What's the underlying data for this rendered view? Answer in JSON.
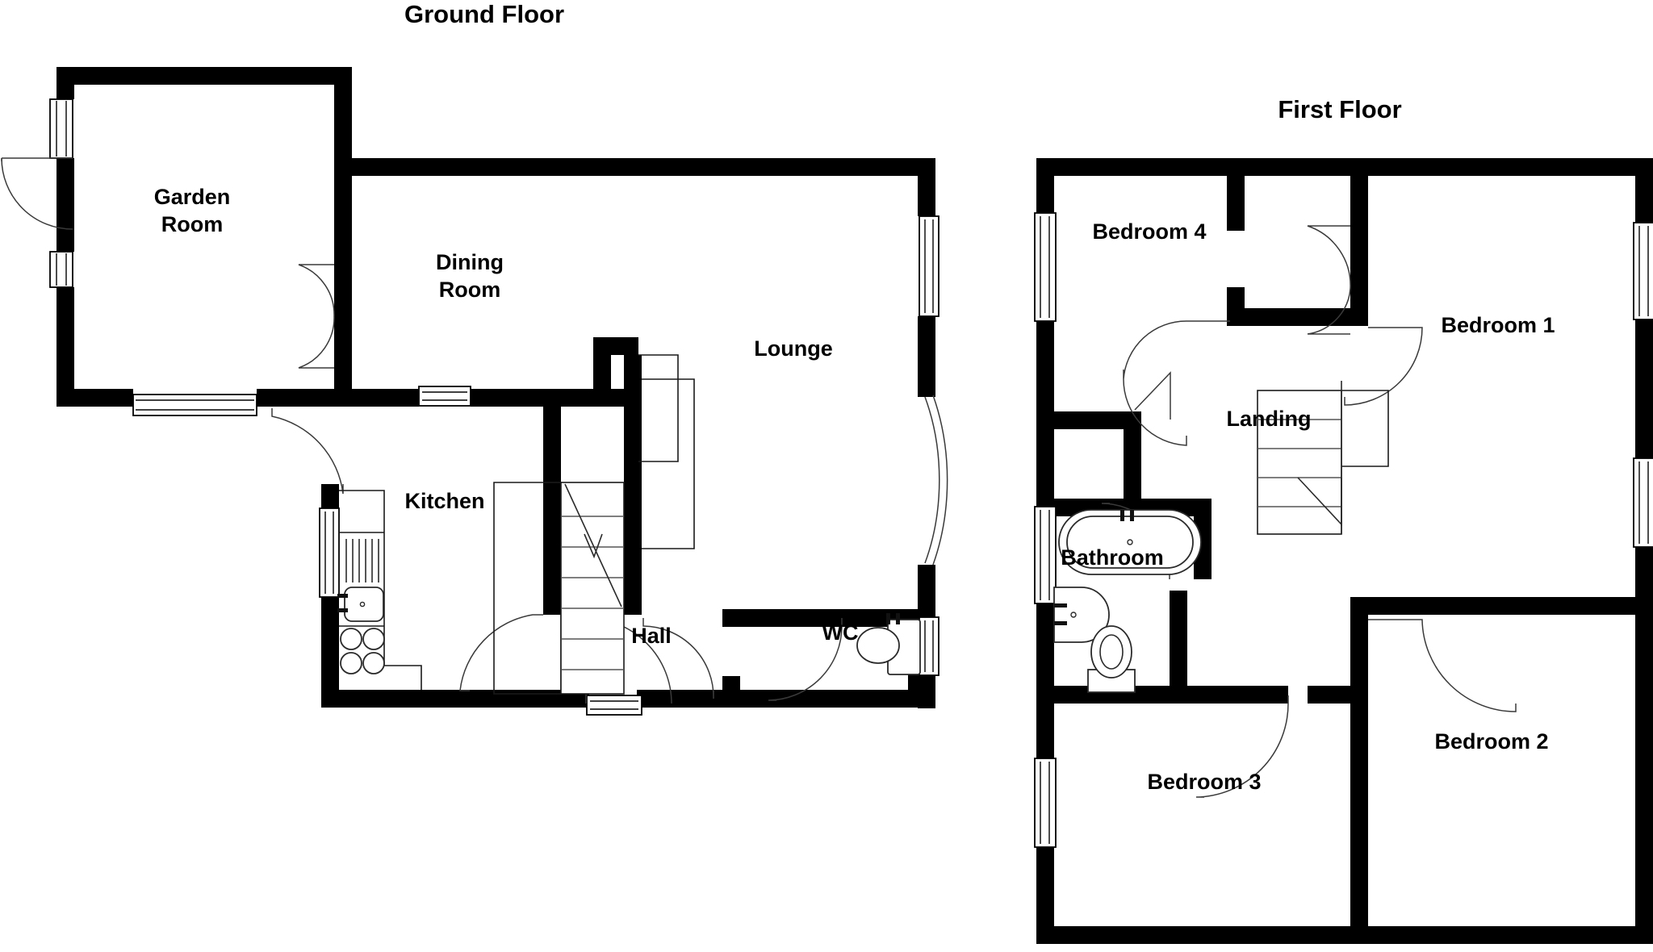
{
  "document": {
    "type": "floor-plan",
    "background_color": "#ffffff",
    "wall_color": "#000000",
    "line_color": "#1a1a1a",
    "text_color": "#000000"
  },
  "floors": [
    {
      "id": "ground",
      "title": "Ground Floor",
      "rooms": [
        {
          "id": "garden-room",
          "label": "Garden Room",
          "lines": [
            "Garden",
            "Room"
          ]
        },
        {
          "id": "dining-room",
          "label": "Dining Room",
          "lines": [
            "Dining",
            "Room"
          ]
        },
        {
          "id": "lounge",
          "label": "Lounge",
          "lines": [
            "Lounge"
          ]
        },
        {
          "id": "kitchen",
          "label": "Kitchen",
          "lines": [
            "Kitchen"
          ]
        },
        {
          "id": "hall",
          "label": "Hall",
          "lines": [
            "Hall"
          ]
        },
        {
          "id": "wc",
          "label": "WC",
          "lines": [
            "WC"
          ]
        }
      ],
      "fixtures": [
        "sink",
        "hob",
        "stairs-up",
        "bay-window"
      ]
    },
    {
      "id": "first",
      "title": "First Floor",
      "rooms": [
        {
          "id": "bedroom-4",
          "label": "Bedroom 4",
          "lines": [
            "Bedroom 4"
          ]
        },
        {
          "id": "bedroom-1",
          "label": "Bedroom 1",
          "lines": [
            "Bedroom 1"
          ]
        },
        {
          "id": "landing",
          "label": "Landing",
          "lines": [
            "Landing"
          ]
        },
        {
          "id": "bathroom",
          "label": "Bathroom",
          "lines": [
            "Bathroom"
          ]
        },
        {
          "id": "bedroom-3",
          "label": "Bedroom 3",
          "lines": [
            "Bedroom 3"
          ]
        },
        {
          "id": "bedroom-2",
          "label": "Bedroom 2",
          "lines": [
            "Bedroom 2"
          ]
        }
      ],
      "fixtures": [
        "bath",
        "wash-basin",
        "toilet",
        "stairs-down"
      ]
    }
  ],
  "labels": {
    "ground_floor_title": "Ground Floor",
    "first_floor_title": "First Floor",
    "garden_room_l1": "Garden",
    "garden_room_l2": "Room",
    "dining_room_l1": "Dining",
    "dining_room_l2": "Room",
    "lounge": "Lounge",
    "kitchen": "Kitchen",
    "hall": "Hall",
    "wc": "WC",
    "bedroom_4": "Bedroom 4",
    "bedroom_1": "Bedroom 1",
    "landing": "Landing",
    "bathroom": "Bathroom",
    "bedroom_3": "Bedroom 3",
    "bedroom_2": "Bedroom 2"
  }
}
